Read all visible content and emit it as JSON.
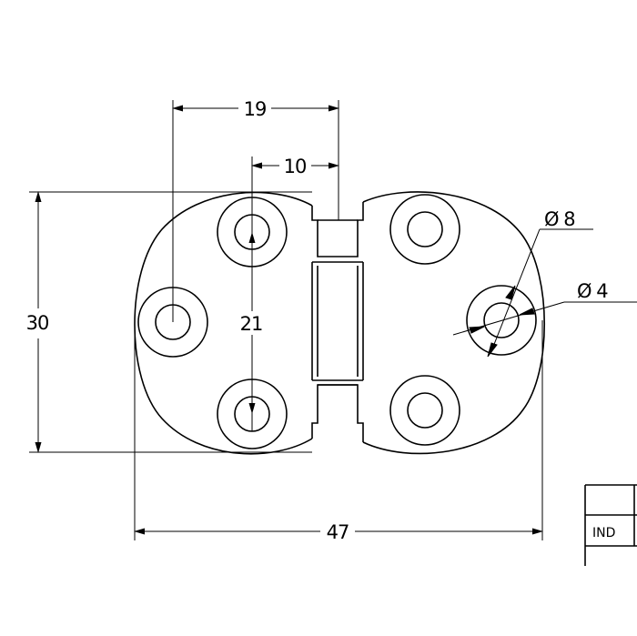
{
  "drawing": {
    "dimensions": {
      "overall_width": "47",
      "overall_height": "30",
      "hole_spacing_horizontal": "19",
      "hole_to_knuckle": "10",
      "hole_spacing_vertical": "21",
      "outer_diameter": "Ø 8",
      "inner_diameter": "Ø 4"
    },
    "title_block": {
      "label": "IND"
    }
  }
}
